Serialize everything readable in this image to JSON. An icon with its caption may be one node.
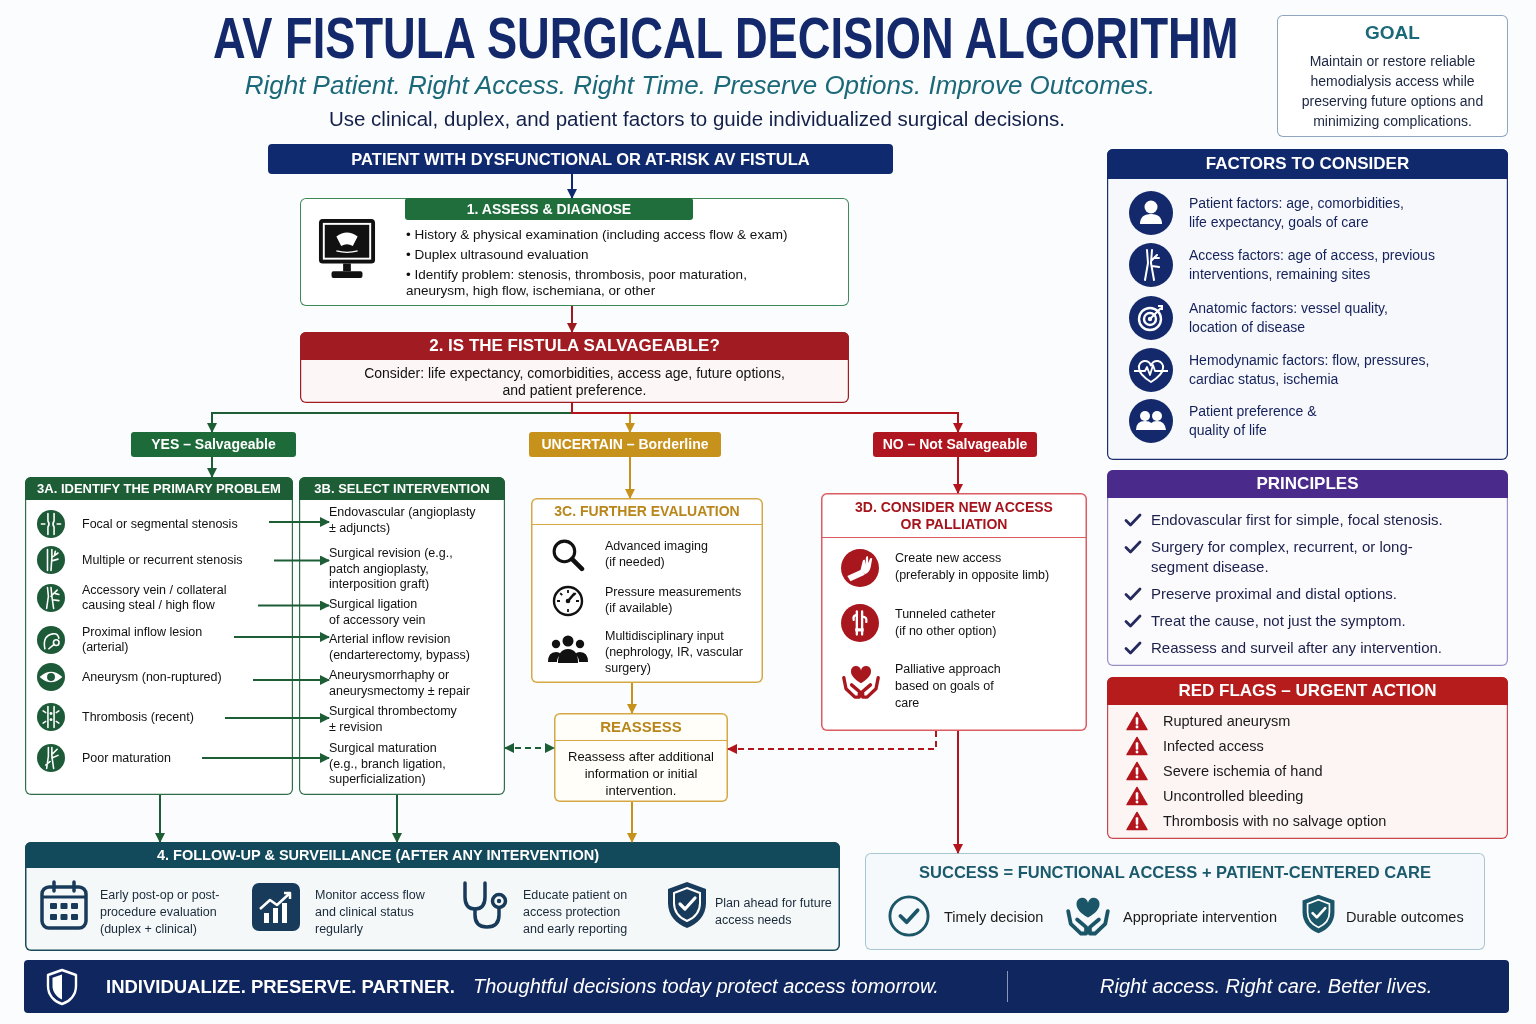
{
  "diagram": {
    "title": "AV FISTULA SURGICAL DECISION ALGORITHM",
    "nodes": [
      {
        "text": [
          "GOAL",
          "Maintain or restore reliable hemodialysis access while preserving future options and minimizing complications."
        ]
      },
      {
        "text": [
          "PATIENT WITH DYSFUNCTIONAL OR AT-RISK AV FISTULA"
        ]
      },
      {
        "text": [
          "1. ASSESS & DIAGNOSE",
          "• History & physical examination (including access flow & exam)",
          "• Duplex ultrasound evaluation",
          "• Identify problem: stenosis, thrombosis, poor maturation, aneurysm, high flow, ischemiana, or other"
        ]
      },
      {
        "text": [
          "2. IS THE FISTULA SALVAGEABLE?",
          "Consider: life expectancy, comorbidities, access age, future options, and patient preference."
        ]
      },
      {
        "text": [
          "YES – Salvageable"
        ]
      },
      {
        "text": [
          "UNCERTAIN – Borderline"
        ]
      },
      {
        "text": [
          "NO – Not Salvageable"
        ]
      },
      {
        "text": [
          "3A. IDENTIFY THE PRIMARY PROBLEM"
        ]
      },
      {
        "text": [
          "Focal or segmental stenosis"
        ],
        "in": 7
      },
      {
        "text": [
          "Multiple or recurrent stenosis"
        ],
        "in": 7
      },
      {
        "text": [
          "Accessory vein / collateral causing steal / high flow"
        ],
        "in": 7
      },
      {
        "text": [
          "Proximal inflow lesion (arterial)"
        ],
        "in": 7
      },
      {
        "text": [
          "Aneurysm (non-ruptured)"
        ],
        "in": 7
      },
      {
        "text": [
          "Thrombosis (recent)"
        ],
        "in": 7
      },
      {
        "text": [
          "Poor maturation"
        ],
        "in": 7
      },
      {
        "text": [
          "3B. SELECT INTERVENTION"
        ]
      },
      {
        "text": [
          "Endovascular (angioplasty ± adjuncts)"
        ],
        "in": 15
      },
      {
        "text": [
          "Surgical revision (e.g., patch angioplasty, interposition graft)"
        ],
        "in": 15
      },
      {
        "text": [
          "Surgical ligation of accessory vein"
        ],
        "in": 15
      },
      {
        "text": [
          "Arterial inflow revision (endarterectomy, bypass)"
        ],
        "in": 15
      },
      {
        "text": [
          "Aneurysmorrhaphy or aneurysmectomy ± repair"
        ],
        "in": 15
      },
      {
        "text": [
          "Surgical thrombectomy ± revision"
        ],
        "in": 15
      },
      {
        "text": [
          "Surgical maturation (e.g., branch ligation, superficialization)"
        ],
        "in": 15
      },
      {
        "text": [
          "3C. FURTHER EVALUATION",
          "Advanced imaging (if needed)",
          "Pressure measurements (if available)",
          "Multidisciplinary input (nephrology, IR, vascular surgery)"
        ]
      },
      {
        "text": [
          "3D. CONSIDER NEW ACCESS OR PALLIATION",
          "Create new access (preferably in opposite limb)",
          "Tunneled catheter (if no other option)",
          "Palliative approach based on goals of care"
        ]
      },
      {
        "text": [
          "REASSESS",
          "Reassess after additional information or initial intervention."
        ]
      },
      {
        "text": [
          "FACTORS TO CONSIDER",
          "Patient factors: age, comorbidities, life expectancy, goals of care",
          "Access factors: age of access, previous interventions, remaining sites",
          "Anatomic factors: vessel quality, location of disease",
          "Hemodynamic factors: flow, pressures, cardiac status, ischemia",
          "Patient preference & quality of life"
        ]
      },
      {
        "text": [
          "PRINCIPLES",
          "Endovascular first for simple, focal stenosis.",
          "Surgery for complex, recurrent, or long-segment disease.",
          "Preserve proximal and distal options.",
          "Treat the cause, not just the symptom.",
          "Reassess and surveil after any intervention."
        ]
      },
      {
        "text": [
          "RED FLAGS – URGENT ACTION",
          "Ruptured aneurysm",
          "Infected access",
          "Severe ischemia of hand",
          "Uncontrolled bleeding",
          "Thrombosis with no salvage option"
        ]
      },
      {
        "text": [
          "4. FOLLOW-UP & SURVEILLANCE (AFTER ANY INTERVENTION)",
          "Early post-op or post-procedure evaluation (duplex + clinical)",
          "Monitor access flow and clinical status regularly",
          "Educate patient on access protection and early reporting",
          "Plan ahead for future access needs"
        ]
      },
      {
        "text": [
          "SUCCESS = FUNCTIONAL ACCESS + PATIENT-CENTERED CARE",
          "Timely decision",
          "Appropriate intervention",
          "Durable outcomes"
        ]
      },
      {
        "text": [
          "INDIVIDUALIZE. PRESERVE. PARTNER.",
          "Thoughtful decisions today protect access tomorrow.",
          "Right access. Right care. Better lives."
        ]
      }
    ],
    "edges": [
      {
        "from": 1,
        "to": 2,
        "arrow": "to",
        "color": "#0f2a6e"
      },
      {
        "from": 2,
        "to": 3,
        "arrow": "to",
        "color": "#9b1b20"
      },
      {
        "from": 3,
        "to": 4,
        "arrow": "to"
      },
      {
        "from": 3,
        "to": 5,
        "arrow": "to",
        "color": "#c6921c"
      },
      {
        "from": 3,
        "to": 6,
        "arrow": "to",
        "color": "#b3151d"
      },
      {
        "from": 4,
        "to": 7,
        "arrow": "to"
      },
      {
        "from": 5,
        "to": 23,
        "arrow": "to",
        "color": "#c6921c"
      },
      {
        "from": 6,
        "to": 24,
        "arrow": "to",
        "color": "#b3151d"
      },
      {
        "from": 8,
        "to": 16,
        "arrow": "to"
      },
      {
        "from": 9,
        "to": 17,
        "arrow": "to"
      },
      {
        "from": 10,
        "to": 18,
        "arrow": "to"
      },
      {
        "from": 11,
        "to": 19,
        "arrow": "to"
      },
      {
        "from": 12,
        "to": 20,
        "arrow": "to"
      },
      {
        "from": 13,
        "to": 21,
        "arrow": "to"
      },
      {
        "from": 14,
        "to": 22,
        "arrow": "to"
      },
      {
        "from": 23,
        "to": 25,
        "arrow": "to",
        "color": "#c6921c"
      },
      {
        "from": 15,
        "to": 25,
        "arrow": "both",
        "style": "dashed"
      },
      {
        "from": 24,
        "to": 25,
        "arrow": "to",
        "style": "dashed",
        "color": "#b3151d"
      },
      {
        "from": 7,
        "to": 29,
        "arrow": "to"
      },
      {
        "from": 15,
        "to": 29,
        "arrow": "to"
      },
      {
        "from": 25,
        "to": 29,
        "arrow": "to",
        "color": "#c6921c"
      },
      {
        "from": 24,
        "to": 30,
        "arrow": "to",
        "color": "#b3151d"
      }
    ],
    "labels": [
      "Right Patient. Right Access. Right Time. Preserve Options. Improve Outcomes.",
      "Use clinical, duplex, and patient factors to guide individualized surgical decisions."
    ]
  }
}
